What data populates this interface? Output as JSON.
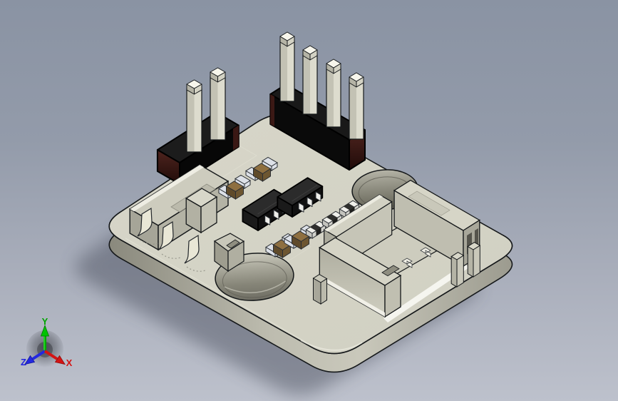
{
  "viewport": {
    "type": "3d-cad-isometric-view",
    "subject": "PCB breakout board module 3D model",
    "background_top": "#8A93A3",
    "background_bottom": "#BDC1CC"
  },
  "triad": {
    "axes": [
      {
        "label": "Y",
        "color": "#00B400",
        "direction": "up"
      },
      {
        "label": "Z",
        "color": "#2224DE",
        "direction": "lower-left"
      },
      {
        "label": "X",
        "color": "#D41414",
        "direction": "lower-right"
      }
    ]
  },
  "model": {
    "board": {
      "name": "pcb-board",
      "color": "#D5D4C7",
      "mounting_holes": 2
    },
    "components": [
      {
        "name": "pin-header-2pin",
        "color": "#111111",
        "pins": 2
      },
      {
        "name": "pin-header-4pin",
        "color": "#111111",
        "pins": 4
      },
      {
        "name": "slide-switch",
        "color": "#CDCCBE",
        "legs": 3
      },
      {
        "name": "jst-connector",
        "color": "#D5D4C6"
      },
      {
        "name": "tantalum-capacitor",
        "count": 4,
        "color": "#8E6F40"
      },
      {
        "name": "sot23-ic",
        "count": 2,
        "color": "#222222"
      },
      {
        "name": "chip-resistor",
        "count": 3,
        "color": "#EFEFEA"
      }
    ]
  }
}
